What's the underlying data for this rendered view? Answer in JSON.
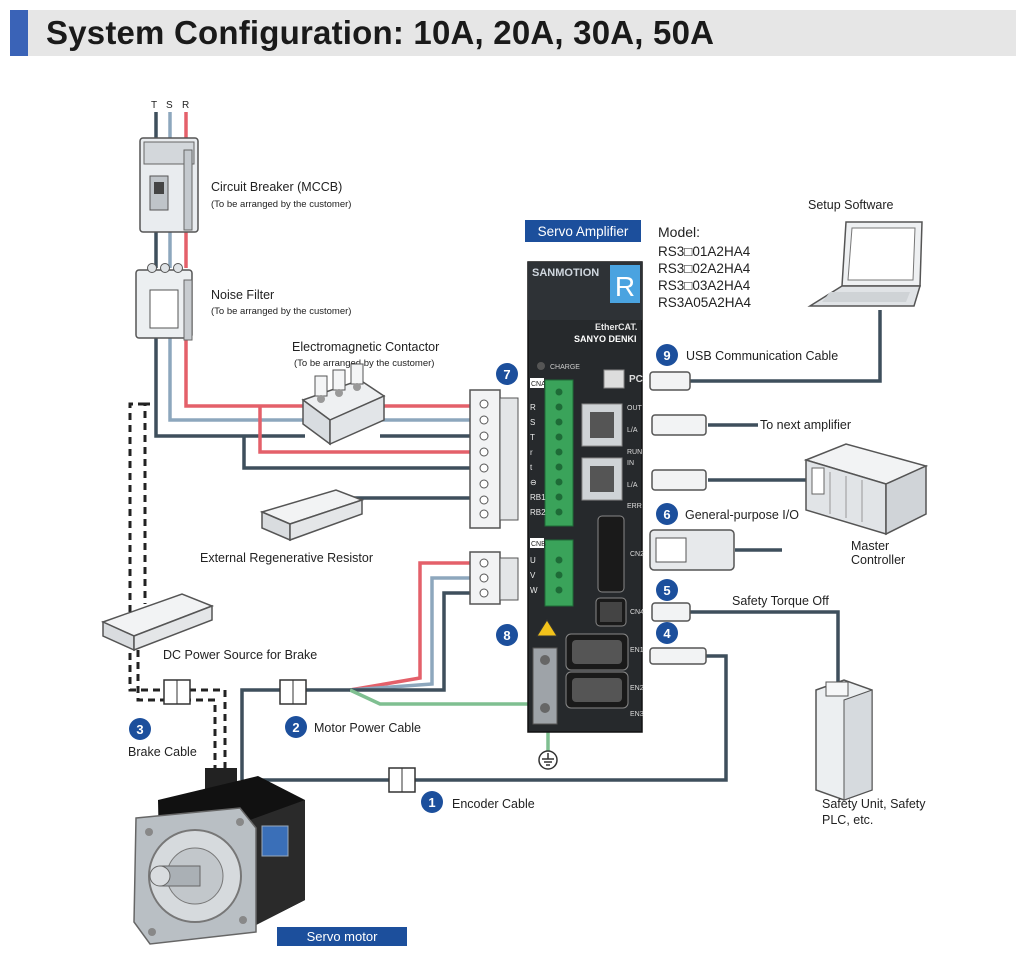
{
  "title": "System Configuration: 10A, 20A, 30A, 50A",
  "colors": {
    "accent": "#3a63b7",
    "badge": "#1c4f9c",
    "red_wire": "#e4606a",
    "blue_wire": "#8da7bd",
    "dark_wire": "#3e4f5c",
    "ground_wire": "#7fbf91",
    "connector_green": "#3aa35a"
  },
  "phases": [
    "T",
    "S",
    "R"
  ],
  "components": {
    "circuit_breaker": {
      "label": "Circuit Breaker (MCCB)",
      "note": "(To be arranged by the customer)"
    },
    "noise_filter": {
      "label": "Noise Filter",
      "note": "(To be arranged by the customer)"
    },
    "contactor": {
      "label": "Electromagnetic Contactor",
      "note": "(To be arranged by the customer)"
    },
    "regen_resistor": {
      "label": "External Regenerative Resistor"
    },
    "dc_power": {
      "label": "DC Power Source for Brake"
    },
    "setup_software": {
      "label": "Setup Software"
    },
    "master_controller": {
      "label_line1": "Master",
      "label_line2": "Controller"
    },
    "safety_unit": {
      "label_line1": "Safety Unit, Safety",
      "label_line2": "PLC, etc."
    },
    "next_amp": {
      "label": "To next amplifier"
    },
    "servo_motor": {
      "label": "Servo motor"
    }
  },
  "amplifier": {
    "heading": "Servo Amplifier",
    "brand": "SANMOTION",
    "series_letter": "R",
    "ethercat": "EtherCAT.",
    "maker": "SANYO DENKI",
    "charge": "CHARGE",
    "model_heading": "Model:",
    "models": [
      "RS3□01A2HA4",
      "RS3□02A2HA4",
      "RS3□03A2HA4",
      "RS3A05A2HA4"
    ],
    "cna_label": "CNA",
    "cna_terminals": [
      "R",
      "S",
      "T",
      "r",
      "t",
      "⊖",
      "RB1",
      "RB2"
    ],
    "cnb_label": "CNB",
    "cnb_terminals": [
      "U",
      "V",
      "W"
    ],
    "port_labels": [
      "PC",
      "OUT",
      "L/A",
      "RUN",
      "IN",
      "L/A",
      "ERR",
      "CN2",
      "CN4",
      "EN1",
      "EN2",
      "EN3"
    ]
  },
  "cables": [
    {
      "num": "1",
      "label": "Encoder Cable"
    },
    {
      "num": "2",
      "label": "Motor Power Cable"
    },
    {
      "num": "3",
      "label": "Brake Cable"
    },
    {
      "num": "4",
      "label": ""
    },
    {
      "num": "5",
      "label": "Safety Torque Off"
    },
    {
      "num": "6",
      "label": "General-purpose I/O"
    },
    {
      "num": "7",
      "label": ""
    },
    {
      "num": "8",
      "label": ""
    },
    {
      "num": "9",
      "label": "USB Communication Cable"
    }
  ]
}
